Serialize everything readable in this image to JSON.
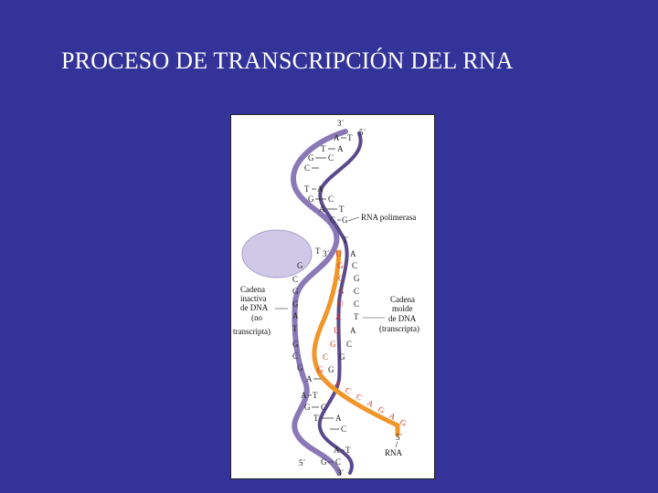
{
  "slide": {
    "title": "PROCESO DE TRANSCRIPCIÓN DEL RNA"
  },
  "diagram": {
    "labels": {
      "end_3_top": "3´",
      "end_5_top": "5´",
      "end_3_rna": "3´",
      "end_5_rna": "5´",
      "end_5_bottom": "5´",
      "end_3_bottom": "3´",
      "polymerase": "RNA polimerasa",
      "inactive_strand": [
        "Cadena",
        "inactiva",
        "de DNA",
        "(no",
        "transcripta)"
      ],
      "template_strand": [
        "Cadena",
        "molde",
        "de DNA",
        "(transcripta)"
      ],
      "rna": "RNA"
    },
    "top_pairs": [
      {
        "left": "A",
        "right": "T"
      },
      {
        "left": "T",
        "right": "A"
      },
      {
        "left": "G",
        "right": "C"
      },
      {
        "left": "C",
        "right": ""
      },
      {
        "left": "T",
        "right": "A"
      },
      {
        "left": "G",
        "right": "C"
      },
      {
        "left": "A",
        "right": "T"
      },
      {
        "left": "C",
        "right": "G"
      }
    ],
    "bubble_template": [
      "T",
      "A",
      "C",
      "G",
      "C",
      "C",
      "T",
      "A",
      "C",
      "G",
      "G"
    ],
    "bubble_inactive": [
      "T",
      "G",
      "C",
      "G",
      "G",
      "A",
      "T",
      "G",
      "C",
      "G"
    ],
    "rna_paired": [
      "U",
      "G",
      "C",
      "G",
      "U",
      "A",
      "U",
      "G",
      "C",
      "G"
    ],
    "rna_tail": [
      "A",
      "C",
      "C",
      "A",
      "G",
      "A",
      "G"
    ],
    "bottom_pairs": [
      {
        "left": "A",
        "right": ""
      },
      {
        "left": "A",
        "right": "T"
      },
      {
        "left": "G",
        "right": "C"
      },
      {
        "left": "T",
        "right": "A"
      },
      {
        "left": "",
        "right": "C"
      },
      {
        "left": "A",
        "right": "T"
      },
      {
        "left": "G",
        "right": "C"
      }
    ],
    "colors": {
      "background": "#333399",
      "dna_backbone": "#8a79b6",
      "dna_backbone_dark": "#5a4a8c",
      "rna_backbone": "#f0962a",
      "rna_base_text": "#d0392a",
      "polymerase": "#cfc8e6"
    }
  }
}
